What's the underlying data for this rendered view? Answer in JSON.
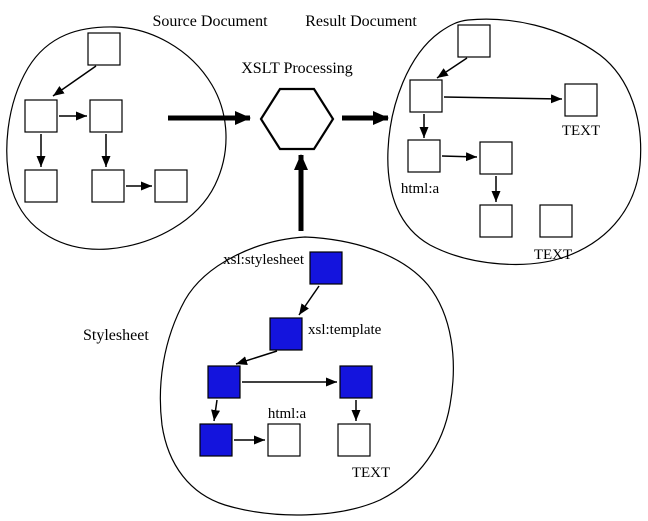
{
  "diagram": {
    "headers": {
      "source_document": "Source Document",
      "result_document": "Result Document",
      "xslt_processing": "XSLT Processing",
      "stylesheet": "Stylesheet"
    },
    "result_labels": {
      "text_top": "TEXT",
      "html_a": "html:a",
      "text_bottom": "TEXT"
    },
    "stylesheet_labels": {
      "xsl_stylesheet": "xsl:stylesheet",
      "xsl_template": "xsl:template",
      "html_a": "html:a",
      "text": "TEXT"
    },
    "colors": {
      "blue_node": "#1414dd",
      "white_node": "#ffffff",
      "stroke": "#000000",
      "background": "#ffffff"
    }
  }
}
